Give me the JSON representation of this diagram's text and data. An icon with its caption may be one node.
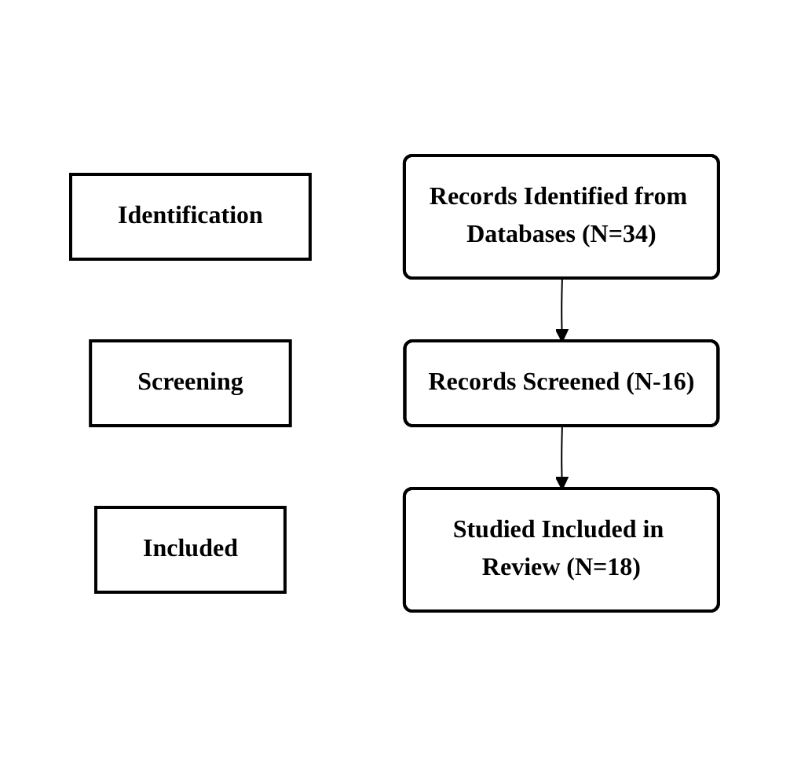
{
  "diagram": {
    "nodes": [
      {
        "text": [
          "Identification"
        ]
      },
      {
        "text": [
          "Records Identified from Databases (N=34)"
        ]
      },
      {
        "text": [
          "Screening"
        ]
      },
      {
        "text": [
          "Records Screened (N-16)"
        ]
      },
      {
        "text": [
          "Included"
        ]
      },
      {
        "text": [
          "Studied Included in Review (N=18)"
        ]
      }
    ],
    "edges": [
      {
        "from": 1,
        "to": 3,
        "arrow": "to"
      },
      {
        "from": 3,
        "to": 5,
        "arrow": "to"
      }
    ]
  }
}
